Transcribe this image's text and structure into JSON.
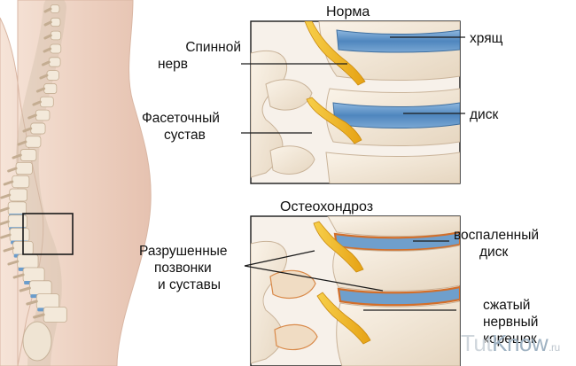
{
  "panels": {
    "normal": {
      "title": "Норма",
      "labels": {
        "spinal_nerve": [
          "Спинной",
          "нерв"
        ],
        "facet_joint": [
          "Фасеточный",
          "сустав"
        ],
        "cartilage": "хрящ",
        "disc": "диск"
      }
    },
    "osteochondrosis": {
      "title": "Остеохондроз",
      "labels": {
        "destroyed": [
          "Разрушенные",
          "позвонки",
          "и суставы"
        ],
        "inflamed_disc": [
          "воспаленный",
          "диск"
        ],
        "compressed_root": [
          "сжатый",
          "нервный",
          "корешок"
        ]
      }
    }
  },
  "watermark": {
    "tut": "Tut",
    "know": "Know",
    "ru": ".ru"
  },
  "colors": {
    "skin": "#ecd2c1",
    "bone": "#f1e6d6",
    "disc_blue": "#5f93c6",
    "nerve_yellow": "#f0b21e",
    "inflamed": "#e38a3a",
    "frame": "#1a1a1a"
  }
}
